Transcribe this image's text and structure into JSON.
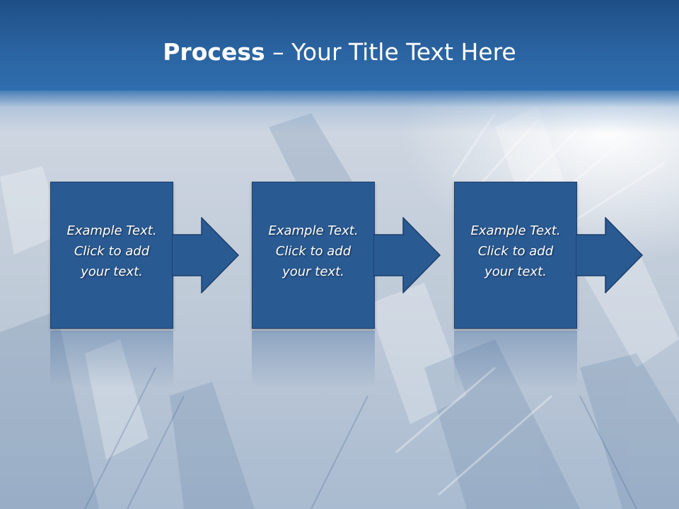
{
  "title": {
    "bold": "Process",
    "rest": " – Your Title Text Here"
  },
  "steps": [
    {
      "text": "Example Text.\nClick  to add\nyour text."
    },
    {
      "text": "Example Text.\nClick  to add\nyour text."
    },
    {
      "text": "Example Text.\nClick  to add\nyour text."
    }
  ],
  "colors": {
    "header": "#2a63a0",
    "box_fill": "#2a5a92",
    "box_border": "#1b3e69",
    "text": "#ffffff"
  }
}
